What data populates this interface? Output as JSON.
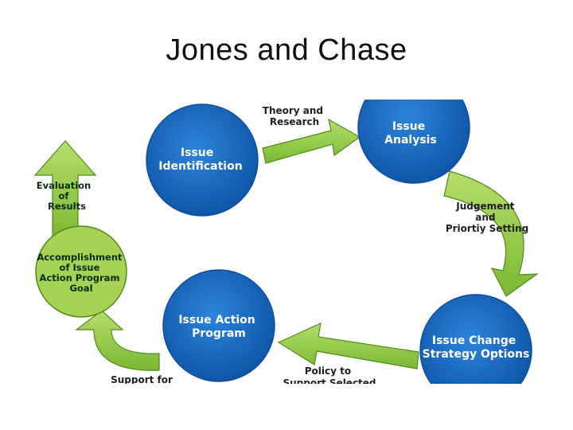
{
  "slide": {
    "title": "Jones and Chase"
  },
  "nodes": {
    "issue_identification": [
      "Issue",
      "Identification"
    ],
    "issue_analysis": [
      "Issue",
      "Analysis"
    ],
    "issue_change_strategy": [
      "Issue Change",
      "Strategy Options"
    ],
    "issue_action_program": [
      "Issue Action",
      "Program"
    ],
    "accomplishment": [
      "Accomplishment",
      "of Issue",
      "Action Program",
      "Goal"
    ]
  },
  "arrows": {
    "theory_research": [
      "Theory and",
      "Research"
    ],
    "judgement_priority": [
      "Judgement",
      "and",
      "Priortiy Setting"
    ],
    "policy_support": [
      "Policy to",
      "Support Selected"
    ],
    "support_for": [
      "Support for"
    ],
    "evaluation_results": [
      "Evaluation",
      "of",
      "Results"
    ]
  },
  "colors": {
    "circle_blue": "#1a6bc4",
    "circle_blue_dark": "#0d4f9e",
    "arrow_green": "#8cc63f",
    "arrow_green_dark": "#4f8a1c",
    "node_green": "#a6d354"
  }
}
